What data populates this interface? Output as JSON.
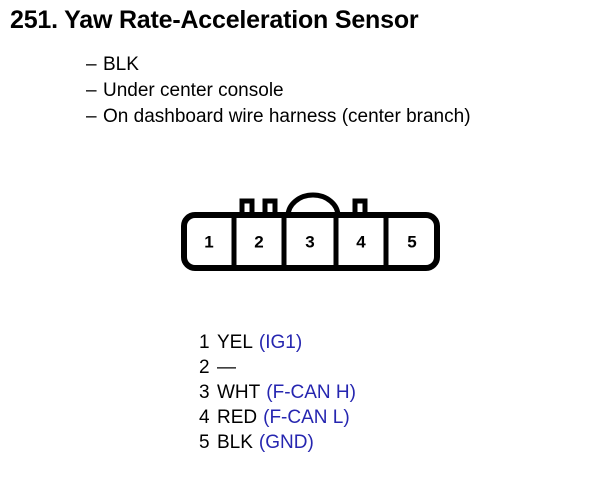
{
  "title": "251. Yaw Rate-Acceleration Sensor",
  "notes": {
    "dash": "–",
    "items": [
      "BLK",
      "Under center console",
      "On dashboard wire harness (center branch)"
    ]
  },
  "connector": {
    "cells": [
      "1",
      "2",
      "3",
      "4",
      "5"
    ],
    "stroke_color": "#000000",
    "fill_color": "#ffffff"
  },
  "pins": [
    {
      "number": "1",
      "color": "YEL",
      "signal": "(IG1)"
    },
    {
      "number": "2",
      "color": "—",
      "signal": ""
    },
    {
      "number": "3",
      "color": "WHT",
      "signal": "(F-CAN H)"
    },
    {
      "number": "4",
      "color": "RED",
      "signal": "(F-CAN L)"
    },
    {
      "number": "5",
      "color": "BLK",
      "signal": "(GND)"
    }
  ],
  "colors": {
    "signal_blue": "#2626b0",
    "text_black": "#000000",
    "background": "#ffffff"
  }
}
